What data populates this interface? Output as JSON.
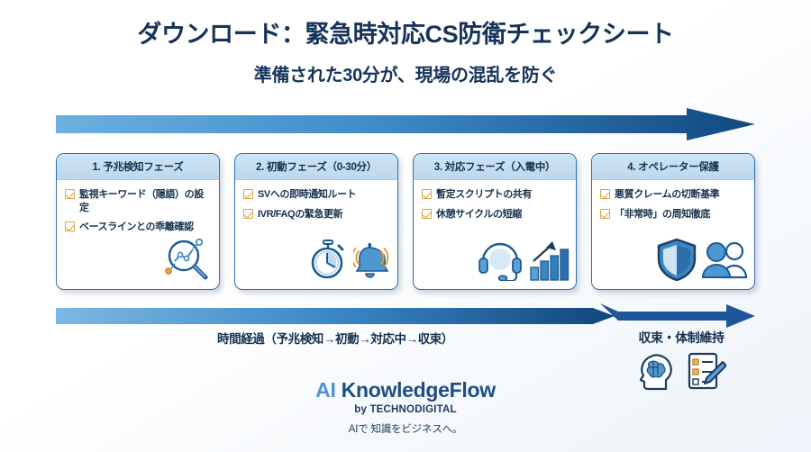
{
  "header": {
    "title": "ダウンロード：緊急時対応CS防衛チェックシート",
    "subtitle": "準備された30分が、現場の混乱を防ぐ"
  },
  "colors": {
    "arrow_light": "#6cb0e0",
    "arrow_dark": "#11477f",
    "card_border": "#2f6fb0",
    "card_header_top": "#cfe4f4",
    "card_header_bottom": "#bcd8ef",
    "check_orange": "#d9a441",
    "icon_blue": "#2f7fc2",
    "icon_navy": "#1d5a92",
    "text_navy": "#16335a",
    "brand_ai": "#4a93d9",
    "brand_rest": "#1d4f86"
  },
  "arrows": {
    "top": {
      "name": "phase-progress-arrow"
    },
    "bottom": {
      "name": "timeline-arrow"
    },
    "right": {
      "name": "closure-arrow"
    }
  },
  "cards": [
    {
      "title": "1. 予兆検知フェーズ",
      "items": [
        "監視キーワード（隠語）の設定",
        "ベースラインとの乖離確認"
      ],
      "icons": [
        "magnifier-chart-icon"
      ]
    },
    {
      "title": "2. 初動フェーズ（0-30分）",
      "items": [
        "SVへの即時通知ルート",
        "IVR/FAQの緊急更新"
      ],
      "icons": [
        "stopwatch-icon",
        "bell-icon"
      ]
    },
    {
      "title": "3. 対応フェーズ（入電中）",
      "items": [
        "暫定スクリプトの共有",
        "休憩サイクルの短縮"
      ],
      "icons": [
        "headset-icon",
        "bar-chart-up-icon"
      ]
    },
    {
      "title": "4. オペレーター保護",
      "items": [
        "悪質クレームの切断基準",
        "「非常時」の周知徹底"
      ],
      "icons": [
        "shield-icon",
        "people-icon"
      ]
    }
  ],
  "timeline": {
    "label": "時間経過（予兆検知→初動→対応中→収束）"
  },
  "closure": {
    "label": "収束・体制維持",
    "icons": [
      "brain-head-icon",
      "checklist-pencil-icon"
    ]
  },
  "footer": {
    "brand_ai": "AI ",
    "brand_rest": "KnowledgeFlow",
    "by_line": "by TECHNODIGITAL",
    "tagline": "AIで 知識をビジネスへ。"
  }
}
